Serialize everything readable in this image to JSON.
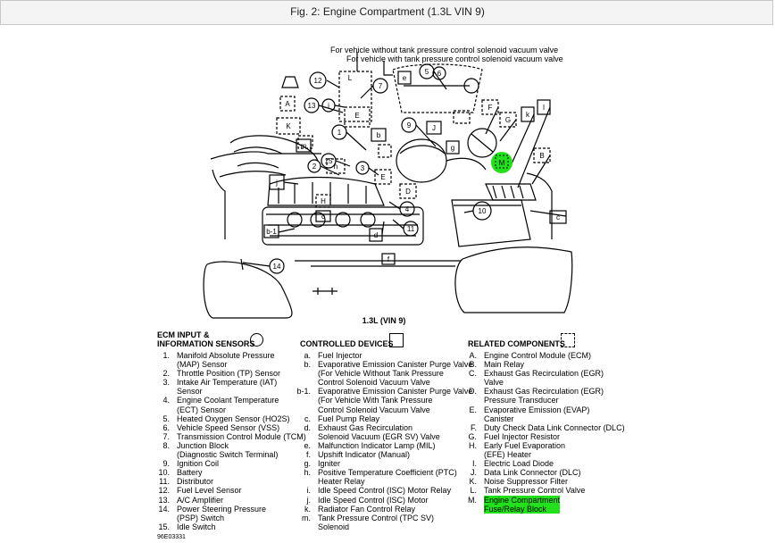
{
  "window": {
    "title": "Fig. 2: Engine Compartment (1.3L VIN 9)"
  },
  "diagram": {
    "note_without": "For vehicle without tank pressure control solenoid vacuum valve",
    "note_with": "For vehicle with tank pressure control solenoid vacuum valve",
    "subtitle": "1.3L (VIN 9)",
    "figure_code": "96E03331",
    "callouts": [
      "12",
      "A",
      "13",
      "i",
      "L",
      "7",
      "5",
      "6",
      "e",
      "1",
      "F",
      "G",
      "k",
      "l",
      "2",
      "E",
      "b",
      "9",
      "J",
      "g",
      "K",
      "m",
      "15",
      "3",
      "M",
      "B",
      "h",
      "H",
      "C",
      "j",
      "D",
      "a",
      "c",
      "10",
      "4",
      "11",
      "d",
      "b-1",
      "14",
      "f",
      "L",
      "3"
    ],
    "highlight_color": "#22e01a"
  },
  "legend": {
    "sensors": {
      "title_line1": "ECM INPUT &",
      "title_line2": "INFORMATION SENSORS",
      "items": [
        {
          "key": "1.",
          "text": "Manifold Absolute Pressure\n(MAP) Sensor"
        },
        {
          "key": "2.",
          "text": "Throttle Position (TP) Sensor"
        },
        {
          "key": "3.",
          "text": "Intake Air Temperature (IAT)\nSensor"
        },
        {
          "key": "4.",
          "text": "Engine Coolant Temperature\n(ECT) Sensor"
        },
        {
          "key": "5.",
          "text": "Heated Oxygen Sensor (HO2S)"
        },
        {
          "key": "6.",
          "text": "Vehicle Speed Sensor (VSS)"
        },
        {
          "key": "7.",
          "text": "Transmission Control Module (TCM)"
        },
        {
          "key": "8.",
          "text": "Junction Block\n(Diagnostic Switch Terminal)"
        },
        {
          "key": "9.",
          "text": "Ignition Coil"
        },
        {
          "key": "10.",
          "text": "Battery"
        },
        {
          "key": "11.",
          "text": "Distributor"
        },
        {
          "key": "12.",
          "text": "Fuel Level Sensor"
        },
        {
          "key": "13.",
          "text": "A/C Amplifier"
        },
        {
          "key": "14.",
          "text": "Power Steering Pressure\n(PSP) Switch"
        },
        {
          "key": "15.",
          "text": "Idle Switch"
        }
      ]
    },
    "devices": {
      "title": "CONTROLLED DEVICES",
      "items": [
        {
          "key": "a.",
          "text": "Fuel Injector"
        },
        {
          "key": "b.",
          "text": "Evaporative Emission Canister Purge Valve\n(For Vehicle Without Tank Pressure\nControl Solenoid Vacuum Valve"
        },
        {
          "key": "b-1.",
          "text": "Evaporative Emission Canister Purge Valve\n(For Vehicle With Tank Pressure\nControl Solenoid Vacuum Valve"
        },
        {
          "key": "c.",
          "text": "Fuel Pump Relay"
        },
        {
          "key": "d.",
          "text": "Exhaust Gas Recirculation\nSolenoid Vacuum (EGR SV) Valve"
        },
        {
          "key": "e.",
          "text": "Malfunction Indicator Lamp (MIL)"
        },
        {
          "key": "f.",
          "text": "Upshift Indicator (Manual)"
        },
        {
          "key": "g.",
          "text": "Igniter"
        },
        {
          "key": "h.",
          "text": "Positive Temperature Coefficient (PTC)\nHeater Relay"
        },
        {
          "key": "i.",
          "text": "Idle Speed Control (ISC) Motor Relay"
        },
        {
          "key": "j.",
          "text": "Idle Speed Control (ISC) Motor"
        },
        {
          "key": "k.",
          "text": "Radiator Fan Control Relay"
        },
        {
          "key": "m.",
          "text": "Tank Pressure Control (TPC SV)\nSolenoid"
        }
      ]
    },
    "related": {
      "title": "RELATED COMPONENTS",
      "items": [
        {
          "key": "A.",
          "text": "Engine Control Module (ECM)"
        },
        {
          "key": "B.",
          "text": "Main Relay"
        },
        {
          "key": "C.",
          "text": "Exhaust Gas Recirculation (EGR)\nValve"
        },
        {
          "key": "D.",
          "text": "Exhaust Gas Recirculation (EGR)\nPressure Transducer"
        },
        {
          "key": "E.",
          "text": "Evaporative Emission (EVAP)\nCanister"
        },
        {
          "key": "F.",
          "text": "Duty Check Data Link Connector (DLC)"
        },
        {
          "key": "G.",
          "text": "Fuel Injector Resistor"
        },
        {
          "key": "H.",
          "text": "Early Fuel Evaporation\n(EFE) Heater"
        },
        {
          "key": "I.",
          "text": "Electric Load Diode"
        },
        {
          "key": "J.",
          "text": "Data Link Connector (DLC)"
        },
        {
          "key": "K.",
          "text": "Noise Suppressor Filter"
        },
        {
          "key": "L.",
          "text": "Tank Pressure Control Valve"
        },
        {
          "key": "M.",
          "text": "Engine Compartment\nFuse/Relay Block"
        }
      ]
    }
  }
}
